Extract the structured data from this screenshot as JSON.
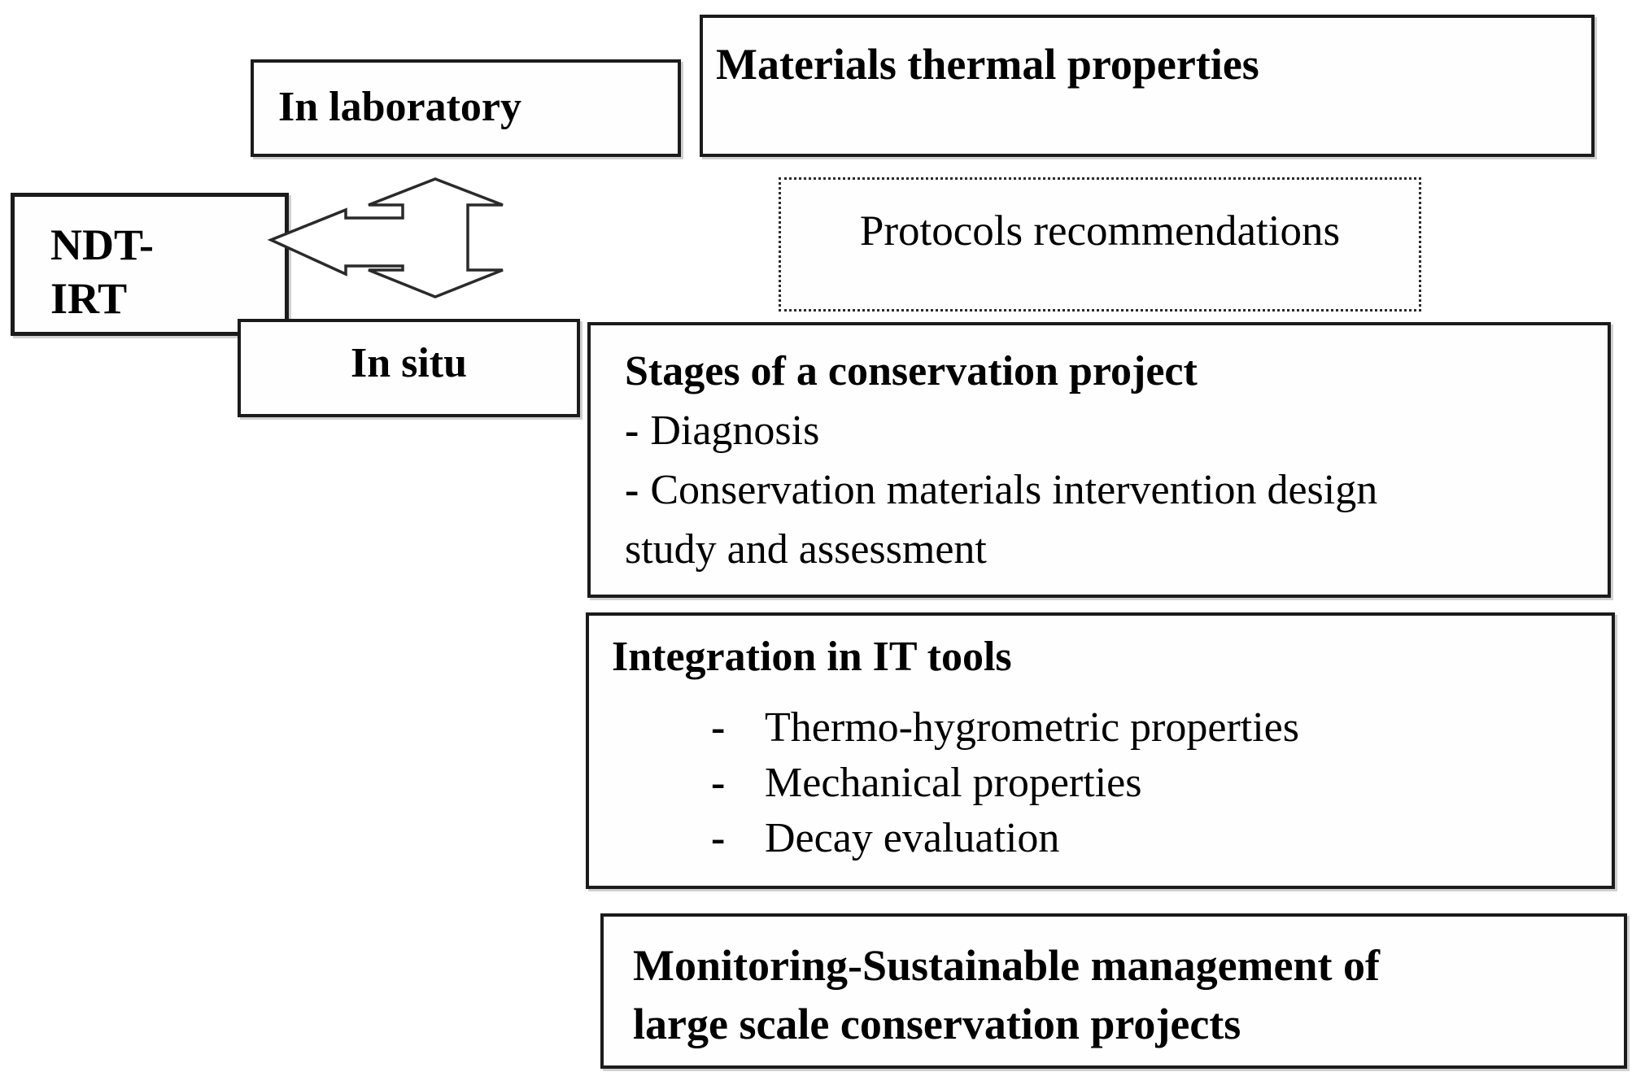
{
  "colors": {
    "border": "#1b1b1b",
    "text": "#000000",
    "background": "#ffffff"
  },
  "bullet_dash": "-",
  "boxes": {
    "in_laboratory": {
      "label": "In laboratory"
    },
    "materials_thermal": {
      "label": "Materials thermal properties"
    },
    "ndt_irt": {
      "line1": "NDT-",
      "line2": "IRT"
    },
    "protocols": {
      "label": "Protocols recommendations"
    },
    "in_situ": {
      "label": "In situ"
    },
    "stages": {
      "title": "Stages of a conservation project",
      "items": [
        "Diagnosis",
        "Conservation materials intervention design\nstudy and assessment"
      ]
    },
    "integration": {
      "title": "Integration in IT tools",
      "items": [
        "Thermo-hygrometric properties",
        "Mechanical properties",
        "Decay evaluation"
      ]
    },
    "monitoring": {
      "label": "Monitoring-Sustainable management of\nlarge scale conservation projects"
    }
  },
  "icons": {
    "three_way_arrow": "double-vertical-and-left-outline-arrow"
  }
}
